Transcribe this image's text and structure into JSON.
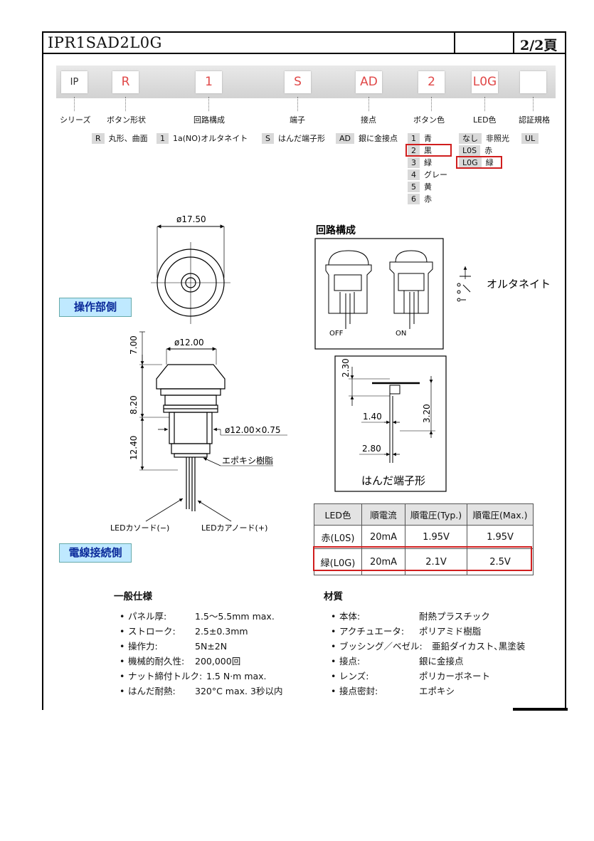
{
  "header": {
    "part_number": "IPR1SAD2L0G",
    "page": "2/2頁"
  },
  "code_boxes": [
    "IP",
    "R",
    "1",
    "S",
    "AD",
    "2",
    "L0G",
    ""
  ],
  "categories": [
    "シリーズ",
    "ボタン形状",
    "回路構成",
    "端子",
    "接点",
    "ボタン色",
    "LED色",
    "認証規格"
  ],
  "options": {
    "shape": {
      "k": "R",
      "v": "丸形、曲面"
    },
    "circuit": {
      "k": "1",
      "v": "1a(NO)オルタネイト"
    },
    "terminal": {
      "k": "S",
      "v": "はんだ端子形"
    },
    "contact": {
      "k": "AD",
      "v": "銀に金接点"
    },
    "colors": [
      {
        "k": "1",
        "v": "青"
      },
      {
        "k": "2",
        "v": "黒"
      },
      {
        "k": "3",
        "v": "緑"
      },
      {
        "k": "4",
        "v": "グレー"
      },
      {
        "k": "5",
        "v": "黄"
      },
      {
        "k": "6",
        "v": "赤"
      }
    ],
    "led": [
      {
        "k": "なし",
        "v": "非照光"
      },
      {
        "k": "L0S",
        "v": "赤"
      },
      {
        "k": "L0G",
        "v": "緑"
      }
    ],
    "cert": {
      "k": "UL"
    }
  },
  "drawing": {
    "op_side_label": "操作部側",
    "wire_side_label": "電線接続側",
    "dims": {
      "d1750": "ø17.50",
      "d1200": "ø12.00",
      "d700": "7.00",
      "d820": "8.20",
      "d1240": "12.40",
      "thread": "ø12.00×0.75",
      "epoxy": "エポキシ樹脂",
      "cathode": "LEDカソード(−)",
      "anode": "LEDカアノード(+)"
    }
  },
  "circuit": {
    "title": "回路構成",
    "off": "OFF",
    "on": "ON",
    "alt": "オルタネイト"
  },
  "terminal_drawing": {
    "d230": "2.30",
    "d140": "1.40",
    "d320": "3.20",
    "d280": "2.80",
    "title": "はんだ端子形"
  },
  "led_table": {
    "headers": [
      "LED色",
      "順電流",
      "順電圧(Typ.)",
      "順電圧(Max.)"
    ],
    "rows": [
      [
        "赤(L0S)",
        "20mA",
        "1.95V",
        "1.95V"
      ],
      [
        "緑(L0G)",
        "20mA",
        "2.1V",
        "2.5V"
      ]
    ]
  },
  "general_spec": {
    "title": "一般仕様",
    "items": [
      {
        "k": "パネル厚:",
        "v": "1.5〜5.5mm max."
      },
      {
        "k": "ストローク:",
        "v": "2.5±0.3mm"
      },
      {
        "k": "操作力:",
        "v": "5N±2N"
      },
      {
        "k": "機械的耐久性:",
        "v": "200,000回"
      },
      {
        "k": "ナット締付トルク:",
        "v": "1.5 N·m max."
      },
      {
        "k": "はんだ耐熱:",
        "v": "320°C max. 3秒以内"
      }
    ]
  },
  "material": {
    "title": "材質",
    "items": [
      {
        "k": "本体:",
        "v": "耐熱プラスチック"
      },
      {
        "k": "アクチュエータ:",
        "v": "ポリアミド樹脂"
      },
      {
        "k": "ブッシング／ベゼル:",
        "v": "亜鉛ダイカスト､黒塗装"
      },
      {
        "k": "接点:",
        "v": "銀に金接点"
      },
      {
        "k": "レンズ:",
        "v": "ポリカーボネート"
      },
      {
        "k": "接点密封:",
        "v": "エポキシ"
      }
    ]
  },
  "colors": {
    "accent_red": "#d01e1e",
    "label_blue_bg": "#bfe9ff"
  }
}
